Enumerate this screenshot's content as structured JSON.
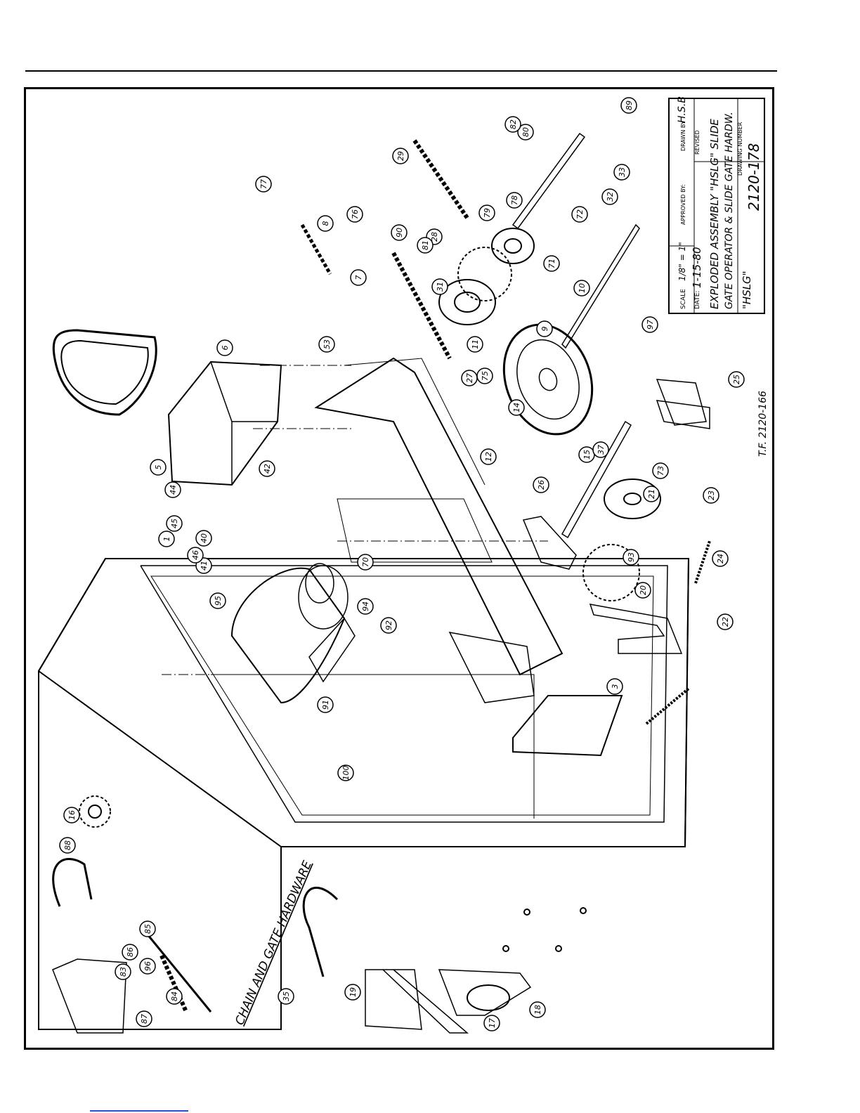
{
  "title_block": {
    "scale_label": "SCALE",
    "scale_value": "1/8\" = 1\"",
    "approved_label": "APPROVED BY:",
    "drawn_label": "DRAWN BY",
    "drawn_value": "H.S.B",
    "date_label": "DATE:",
    "date_value": "1-15-80",
    "revised_label": "REVISED",
    "title_line1": "EXPLODED ASSEMBLY \"HSLG\" SLIDE",
    "title_line2": "GATE OPERATOR & SLIDE GATE HARDW.",
    "title_line3": "\"HSLG\"",
    "drawing_number_label": "DRAWING NUMBER",
    "drawing_number": "2120-178"
  },
  "tracing_ref": "T.F. 2120-166",
  "hardware_label": "CHAIN AND GATE HARDWARE",
  "part_callouts": [
    "1",
    "3",
    "5",
    "6",
    "7",
    "8",
    "9",
    "10",
    "11",
    "12",
    "14",
    "15",
    "16",
    "17",
    "18",
    "19",
    "20",
    "21",
    "22",
    "23",
    "24",
    "25",
    "26",
    "27",
    "28",
    "29",
    "31",
    "32",
    "33",
    "35",
    "37",
    "40",
    "41",
    "42",
    "44",
    "45",
    "46",
    "53",
    "70",
    "71",
    "72",
    "73",
    "75",
    "76",
    "77",
    "78",
    "79",
    "80",
    "81",
    "82",
    "83",
    "84",
    "85",
    "86",
    "87",
    "88",
    "89",
    "90",
    "91",
    "92",
    "93",
    "94",
    "95",
    "96",
    "97",
    "100"
  ],
  "colors": {
    "ink": "#000000",
    "paper": "#ffffff",
    "link": "#2a4bd7"
  }
}
